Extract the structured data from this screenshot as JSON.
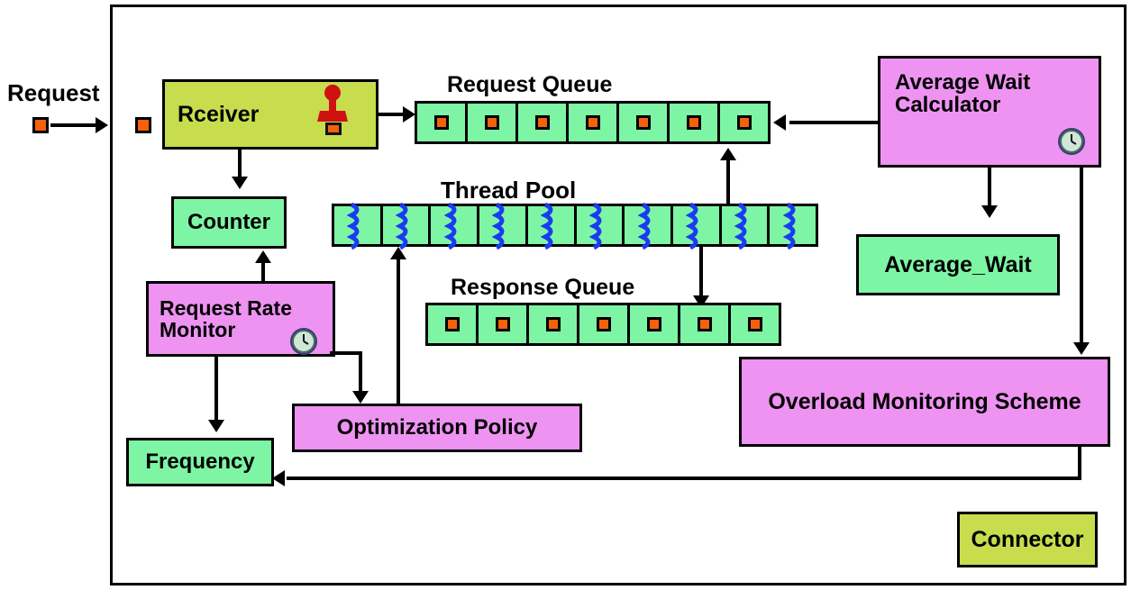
{
  "diagram": {
    "title_text": "Request",
    "outer_label": "Request",
    "nodes": {
      "receiver": {
        "label": "Rceiver",
        "color": "#c7dd4d",
        "icon": "stamp-icon"
      },
      "counter": {
        "label": "Counter",
        "color": "#7ef5a5"
      },
      "request_rate_monitor": {
        "label": "Request Rate\nMonitor",
        "line1": "Request Rate",
        "line2": "Monitor",
        "color": "#ee93f2",
        "icon": "clock-icon"
      },
      "frequency": {
        "label": "Frequency",
        "color": "#7ef5a5"
      },
      "optimization_policy": {
        "label": "Optimization Policy",
        "color": "#ee93f2"
      },
      "average_wait_calculator": {
        "line1": "Average Wait",
        "line2": "Calculator",
        "color": "#ee93f2",
        "icon": "clock-icon"
      },
      "average_wait": {
        "label": "Average_Wait",
        "color": "#7ef5a5"
      },
      "overload_monitoring_scheme": {
        "label": "Overload Monitoring Scheme",
        "color": "#ee93f2"
      },
      "connector": {
        "label": "Connector",
        "color": "#c7dd4d"
      }
    },
    "queues": {
      "request_queue": {
        "label": "Request Queue",
        "cells": 7,
        "cell_token_color": "#f4610a",
        "fill": "#7ef5a5"
      },
      "response_queue": {
        "label": "Response Queue",
        "cells": 7,
        "cell_token_color": "#f4610a",
        "fill": "#7ef5a5"
      },
      "thread_pool": {
        "label": "Thread Pool",
        "cells": 10,
        "thread_color": "#1a3cf0",
        "fill": "#7ef5a5"
      }
    },
    "tokens": {
      "external_request_token": "request-token",
      "internal_request_token": "request-token"
    },
    "palette": {
      "green": "#7ef5a5",
      "pink": "#ee93f2",
      "olive": "#c7dd4d",
      "orange": "#f4610a",
      "thread_blue": "#1a3cf0",
      "stamp_red": "#cf1111",
      "line": "#000000",
      "background": "#ffffff"
    }
  }
}
